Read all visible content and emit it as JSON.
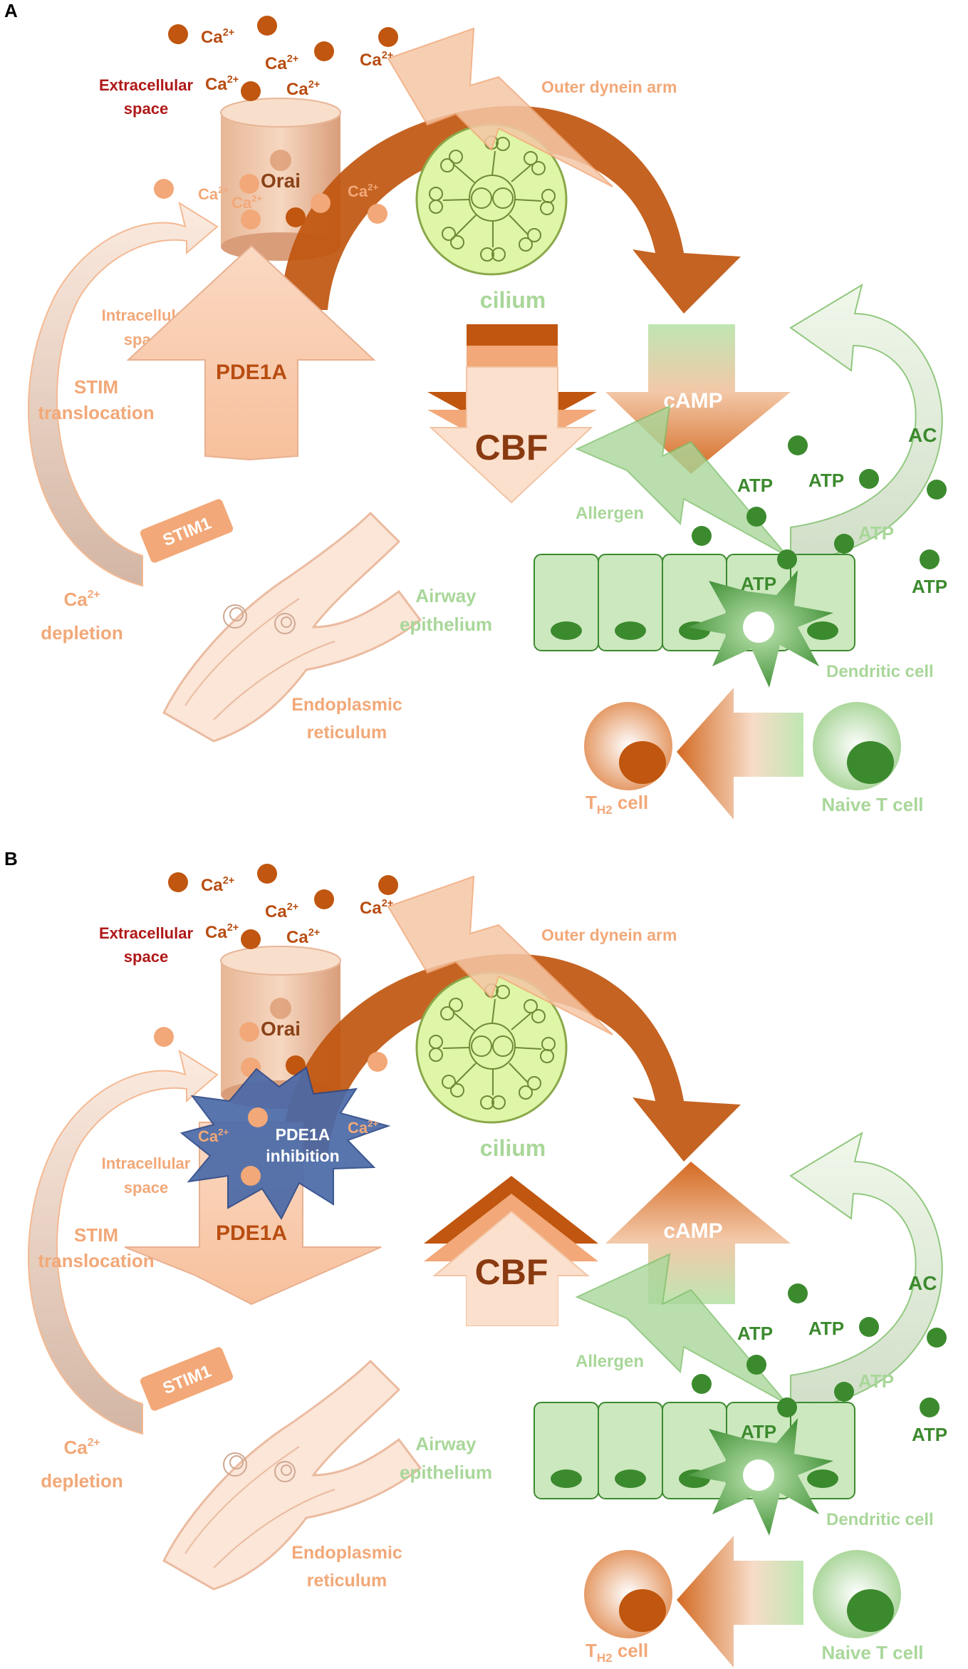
{
  "colors": {
    "dark_orange": "#c0560f",
    "mid_orange": "#d9722e",
    "light_orange": "#f2a878",
    "pale_orange": "#f5c7a6",
    "peach_fill": "#fbe0cd",
    "dark_red": "#b01818",
    "orai_text": "#8a4218",
    "cbf_text": "#8a3a10",
    "dark_green": "#3c8a2e",
    "mid_green": "#7fbf6a",
    "light_green": "#cce8bf",
    "pale_green": "#a9d79a",
    "cilium_fill": "#dff5a8",
    "cilium_stroke": "#8aa84a",
    "inhibition_blue": "#4a6aa8"
  },
  "panels": [
    {
      "letter": "A",
      "ca_base": "Ca",
      "ca_sup": "2+",
      "extracellular_line1": "Extracellular",
      "extracellular_line2": "space",
      "intracellular_line1": "Intracellular",
      "intracellular_line2": "space",
      "orai": "Orai",
      "outer_dynein_arm": "Outer dynein arm",
      "cilium": "cilium",
      "pde1a": "PDE1A",
      "pde1a_direction": "up",
      "cbf": "CBF",
      "cbf_direction": "down",
      "camp": "cAMP",
      "camp_direction": "down",
      "stim_line1": "STIM",
      "stim_line2": "translocation",
      "stim1": "STIM1",
      "depletion": "depletion",
      "er_line1": "Endoplasmic",
      "er_line2": "reticulum",
      "airway_line1": "Airway",
      "airway_line2": "epithelium",
      "allergen": "Allergen",
      "atp": "ATP",
      "ac": "AC",
      "dendritic": "Dendritic cell",
      "th2_base": "T",
      "th2_sub": "H2",
      "th2_rest": " cell",
      "naive": "Naive T cell",
      "inhibition_line1": "",
      "inhibition_line2": ""
    },
    {
      "letter": "B",
      "ca_base": "Ca",
      "ca_sup": "2+",
      "extracellular_line1": "Extracellular",
      "extracellular_line2": "space",
      "intracellular_line1": "Intracellular",
      "intracellular_line2": "space",
      "orai": "Orai",
      "outer_dynein_arm": "Outer dynein arm",
      "cilium": "cilium",
      "pde1a": "PDE1A",
      "pde1a_direction": "down",
      "cbf": "CBF",
      "cbf_direction": "up",
      "camp": "cAMP",
      "camp_direction": "up",
      "stim_line1": "STIM",
      "stim_line2": "translocation",
      "stim1": "STIM1",
      "depletion": "depletion",
      "er_line1": "Endoplasmic",
      "er_line2": "reticulum",
      "airway_line1": "Airway",
      "airway_line2": "epithelium",
      "allergen": "Allergen",
      "atp": "ATP",
      "ac": "AC",
      "dendritic": "Dendritic cell",
      "th2_base": "T",
      "th2_sub": "H2",
      "th2_rest": " cell",
      "naive": "Naive T cell",
      "inhibition_line1": "PDE1A",
      "inhibition_line2": "inhibition"
    }
  ]
}
